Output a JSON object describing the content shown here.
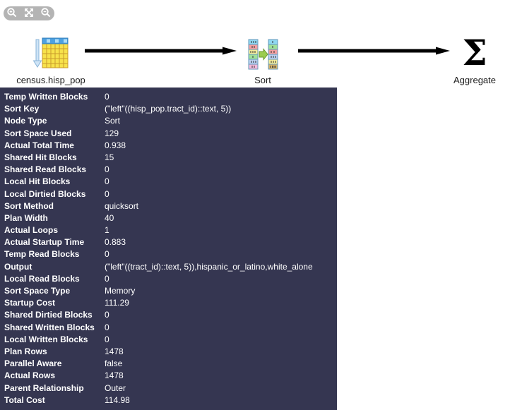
{
  "toolbar": {
    "buttons": [
      {
        "name": "zoom-in",
        "icon": "magnifier-plus-icon"
      },
      {
        "name": "zoom-fit",
        "icon": "expand-arrows-icon"
      },
      {
        "name": "zoom-out",
        "icon": "magnifier-minus-icon"
      }
    ]
  },
  "diagram": {
    "nodes": [
      {
        "label": "census.hisp_pop",
        "icon": "table-scan-icon"
      },
      {
        "label": "Sort",
        "icon": "sort-icon"
      },
      {
        "label": "Aggregate",
        "icon": "sigma-icon",
        "glyph": "Σ"
      }
    ]
  },
  "details_panel": {
    "colors": {
      "background": "#353651",
      "text": "#ffffff"
    },
    "rows": [
      {
        "key": "Temp Written Blocks",
        "value": "0"
      },
      {
        "key": "Sort Key",
        "value": "(\"left\"((hisp_pop.tract_id)::text, 5))"
      },
      {
        "key": "Node Type",
        "value": "Sort"
      },
      {
        "key": "Sort Space Used",
        "value": "129"
      },
      {
        "key": "Actual Total Time",
        "value": "0.938"
      },
      {
        "key": "Shared Hit Blocks",
        "value": "15"
      },
      {
        "key": "Shared Read Blocks",
        "value": "0"
      },
      {
        "key": "Local Hit Blocks",
        "value": "0"
      },
      {
        "key": "Local Dirtied Blocks",
        "value": "0"
      },
      {
        "key": "Sort Method",
        "value": "quicksort"
      },
      {
        "key": "Plan Width",
        "value": "40"
      },
      {
        "key": "Actual Loops",
        "value": "1"
      },
      {
        "key": "Actual Startup Time",
        "value": "0.883"
      },
      {
        "key": "Temp Read Blocks",
        "value": "0"
      },
      {
        "key": "Output",
        "value": "(\"left\"((tract_id)::text, 5)),hispanic_or_latino,white_alone"
      },
      {
        "key": "Local Read Blocks",
        "value": "0"
      },
      {
        "key": "Sort Space Type",
        "value": "Memory"
      },
      {
        "key": "Startup Cost",
        "value": "111.29"
      },
      {
        "key": "Shared Dirtied Blocks",
        "value": "0"
      },
      {
        "key": "Shared Written Blocks",
        "value": "0"
      },
      {
        "key": "Local Written Blocks",
        "value": "0"
      },
      {
        "key": "Plan Rows",
        "value": "1478"
      },
      {
        "key": "Parallel Aware",
        "value": "false"
      },
      {
        "key": "Actual Rows",
        "value": "1478"
      },
      {
        "key": "Parent Relationship",
        "value": "Outer"
      },
      {
        "key": "Total Cost",
        "value": "114.98"
      }
    ]
  }
}
